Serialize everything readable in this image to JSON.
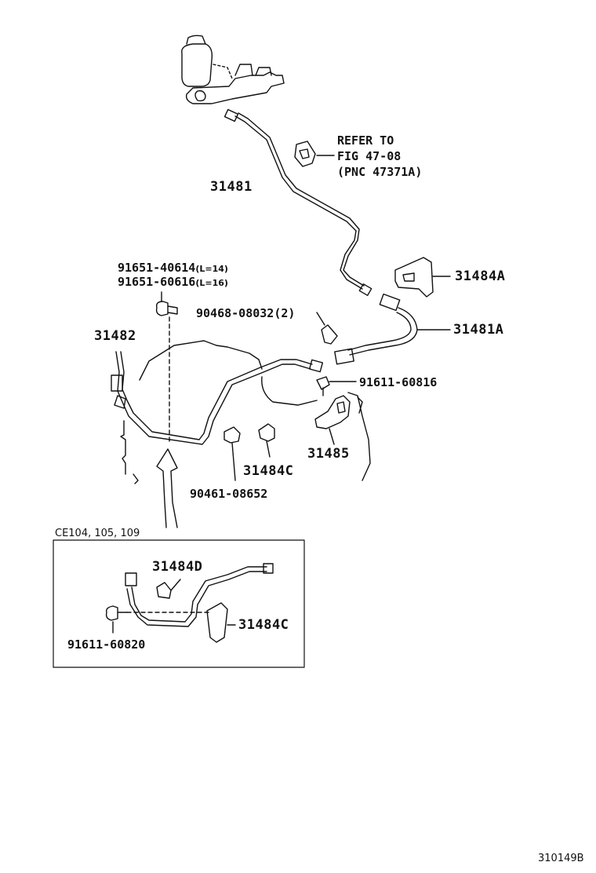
{
  "refer": {
    "line1": "REFER TO",
    "line2": "FIG 47-08",
    "line3": "(PNC 47371A)"
  },
  "parts": {
    "p31481": "31481",
    "p31484A": "31484A",
    "p31481A": "31481A",
    "p91651_40614": "91651-40614",
    "p91651_40614_note": "(L=14)",
    "p91651_60616": "91651-60616",
    "p91651_60616_note": "(L=16)",
    "p90468": "90468-08032",
    "p90468_qty": "(2)",
    "p31482": "31482",
    "p91611_60816": "91611-60816",
    "p31485": "31485",
    "p31484C": "31484C",
    "p90461": "90461-08652"
  },
  "inset": {
    "caption": "CE104, 105, 109",
    "p31484D": "31484D",
    "p31484C": "31484C",
    "p91611_60820": "91611-60820"
  },
  "figure_number": "310149B"
}
